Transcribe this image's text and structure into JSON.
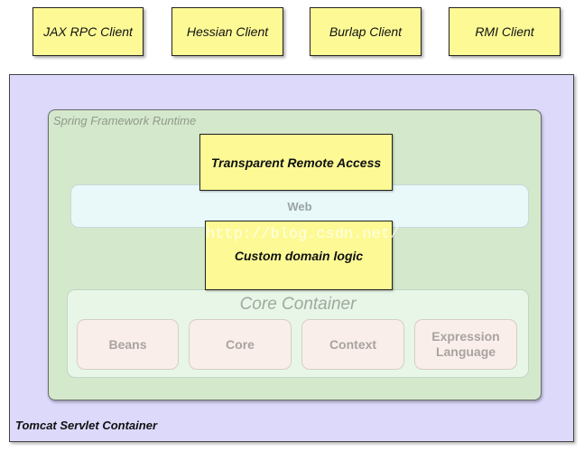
{
  "clients": [
    {
      "label": "JAX RPC Client"
    },
    {
      "label": "Hessian Client"
    },
    {
      "label": "Burlap Client"
    },
    {
      "label": "RMI Client"
    }
  ],
  "container": {
    "label": "Tomcat Servlet Container"
  },
  "spring": {
    "label": "Spring Framework Runtime"
  },
  "transparent_remote": {
    "label": "Transparent Remote Access"
  },
  "web": {
    "label": "Web"
  },
  "custom_logic": {
    "label": "Custom domain logic"
  },
  "core_container": {
    "label": "Core Container",
    "modules": [
      {
        "label": "Beans"
      },
      {
        "label": "Core"
      },
      {
        "label": "Context"
      },
      {
        "label": "Expression Language"
      }
    ]
  },
  "watermark": "http://blog.csdn.net/",
  "colors": {
    "client_fill": "#fdfa96",
    "tomcat_fill": "#dcd9fb",
    "spring_fill": "#d4e8cc",
    "web_fill": "#e9f8f9",
    "core_fill": "#e7f6e7",
    "module_fill": "#f9eeea"
  }
}
